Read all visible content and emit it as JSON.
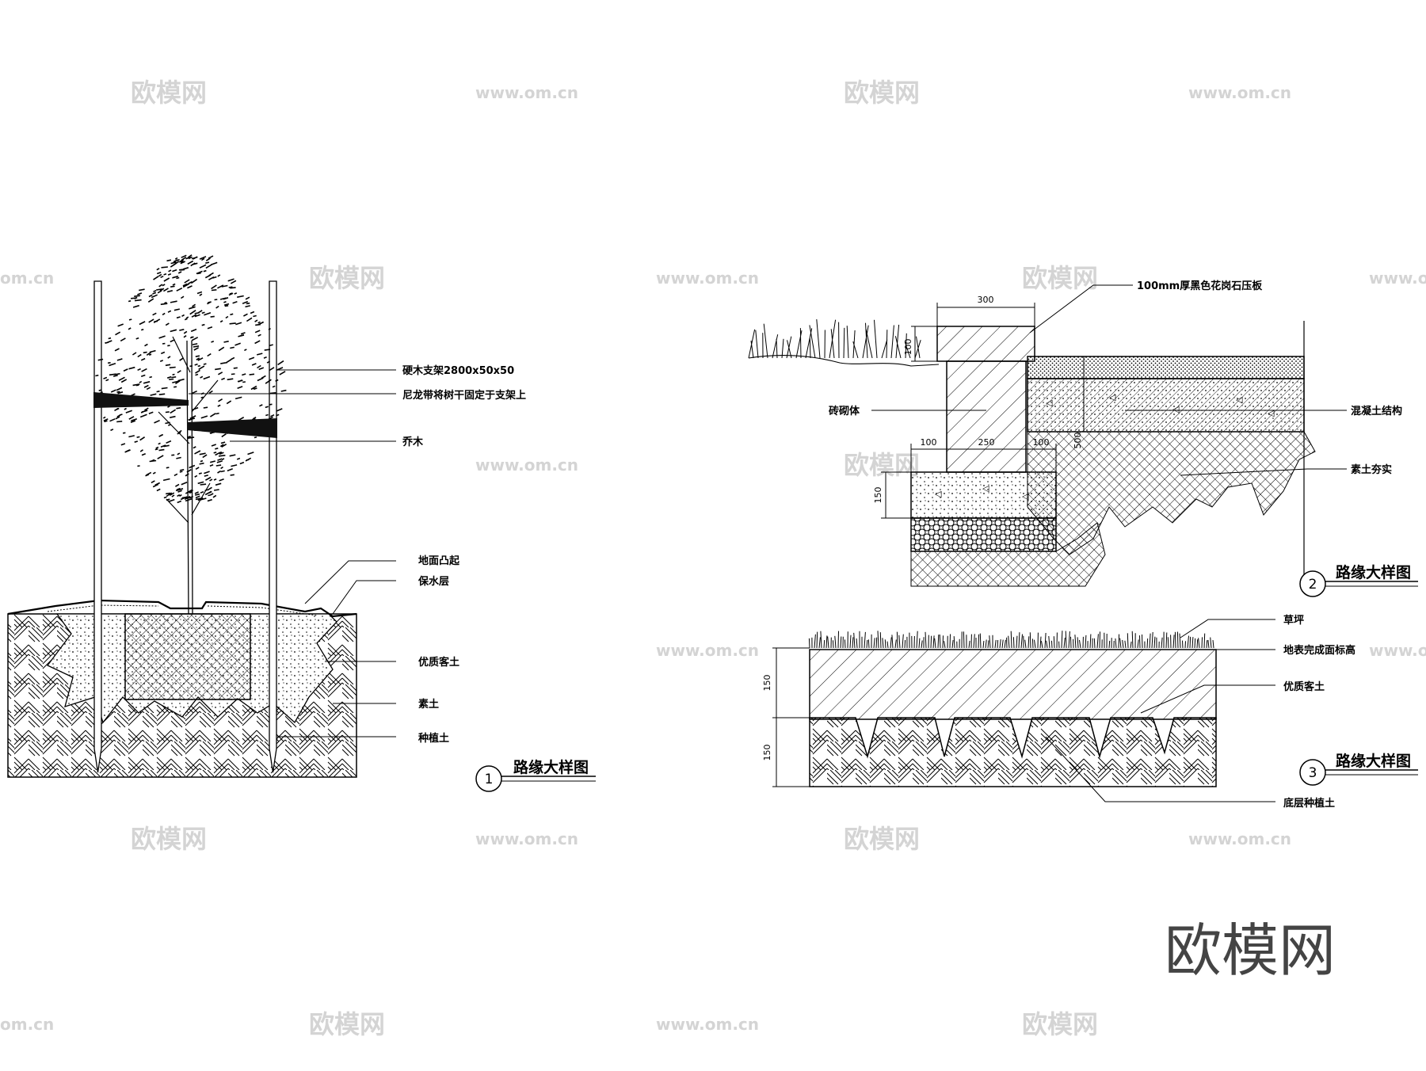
{
  "watermark": {
    "brand": "欧模网",
    "site": "www.om.cn",
    "site_short": "om.cn"
  },
  "detail1": {
    "number": "1",
    "title": "路缘大样图",
    "labels": {
      "support": "硬木支架2800x50x50",
      "strap": "尼龙带将树干固定于支架上",
      "tree": "乔木",
      "mound": "地面凸起",
      "mulch": "保水层",
      "quality_soil": "优质客土",
      "plain_soil": "素土",
      "planting_soil": "种植土"
    }
  },
  "detail2": {
    "number": "2",
    "title": "路缘大样图",
    "labels": {
      "cap": "100mm厚黑色花岗石压板",
      "masonry": "砖砌体",
      "concrete": "混凝土结构",
      "compacted": "素土夯实"
    },
    "dims": {
      "cap_width": "300",
      "cap_height": "100",
      "left_offset": "100",
      "wall_width": "250",
      "right_offset": "100",
      "footing_height": "150",
      "slab": "500"
    }
  },
  "detail3": {
    "number": "3",
    "title": "路缘大样图",
    "labels": {
      "lawn": "草坪",
      "finish_level": "地表完成面标高",
      "quality_soil": "优质客土",
      "base_soil": "底层种植土"
    },
    "dims": {
      "top_layer": "150",
      "bottom_layer": "150"
    }
  }
}
